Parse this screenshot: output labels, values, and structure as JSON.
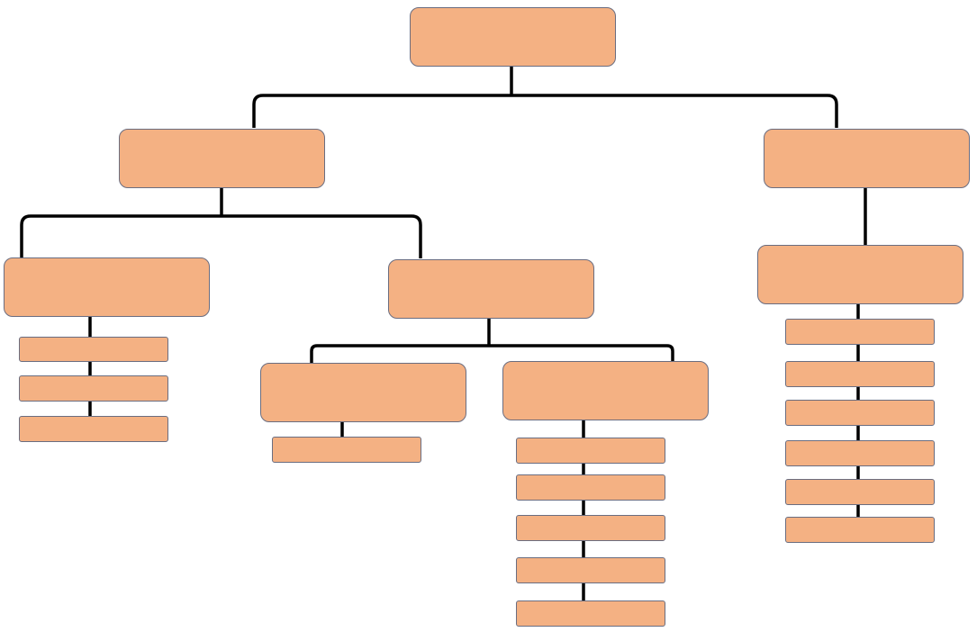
{
  "diagram": {
    "type": "org-chart",
    "box_fill": "#f4b183",
    "box_border": "#6a6d80",
    "connector_color": "#000000",
    "nodes": [
      {
        "id": "root",
        "label": ""
      },
      {
        "id": "level1-left",
        "label": ""
      },
      {
        "id": "level1-right",
        "label": ""
      },
      {
        "id": "level2-left-a",
        "label": ""
      },
      {
        "id": "level2-left-b",
        "label": ""
      },
      {
        "id": "level2-right",
        "label": ""
      },
      {
        "id": "level3-b-left",
        "label": ""
      },
      {
        "id": "level3-b-right",
        "label": ""
      },
      {
        "id": "leaf-a-1",
        "label": ""
      },
      {
        "id": "leaf-a-2",
        "label": ""
      },
      {
        "id": "leaf-a-3",
        "label": ""
      },
      {
        "id": "leaf-bl-1",
        "label": ""
      },
      {
        "id": "leaf-br-1",
        "label": ""
      },
      {
        "id": "leaf-br-2",
        "label": ""
      },
      {
        "id": "leaf-br-3",
        "label": ""
      },
      {
        "id": "leaf-br-4",
        "label": ""
      },
      {
        "id": "leaf-br-5",
        "label": ""
      },
      {
        "id": "leaf-r-1",
        "label": ""
      },
      {
        "id": "leaf-r-2",
        "label": ""
      },
      {
        "id": "leaf-r-3",
        "label": ""
      },
      {
        "id": "leaf-r-4",
        "label": ""
      },
      {
        "id": "leaf-r-5",
        "label": ""
      },
      {
        "id": "leaf-r-6",
        "label": ""
      }
    ]
  }
}
